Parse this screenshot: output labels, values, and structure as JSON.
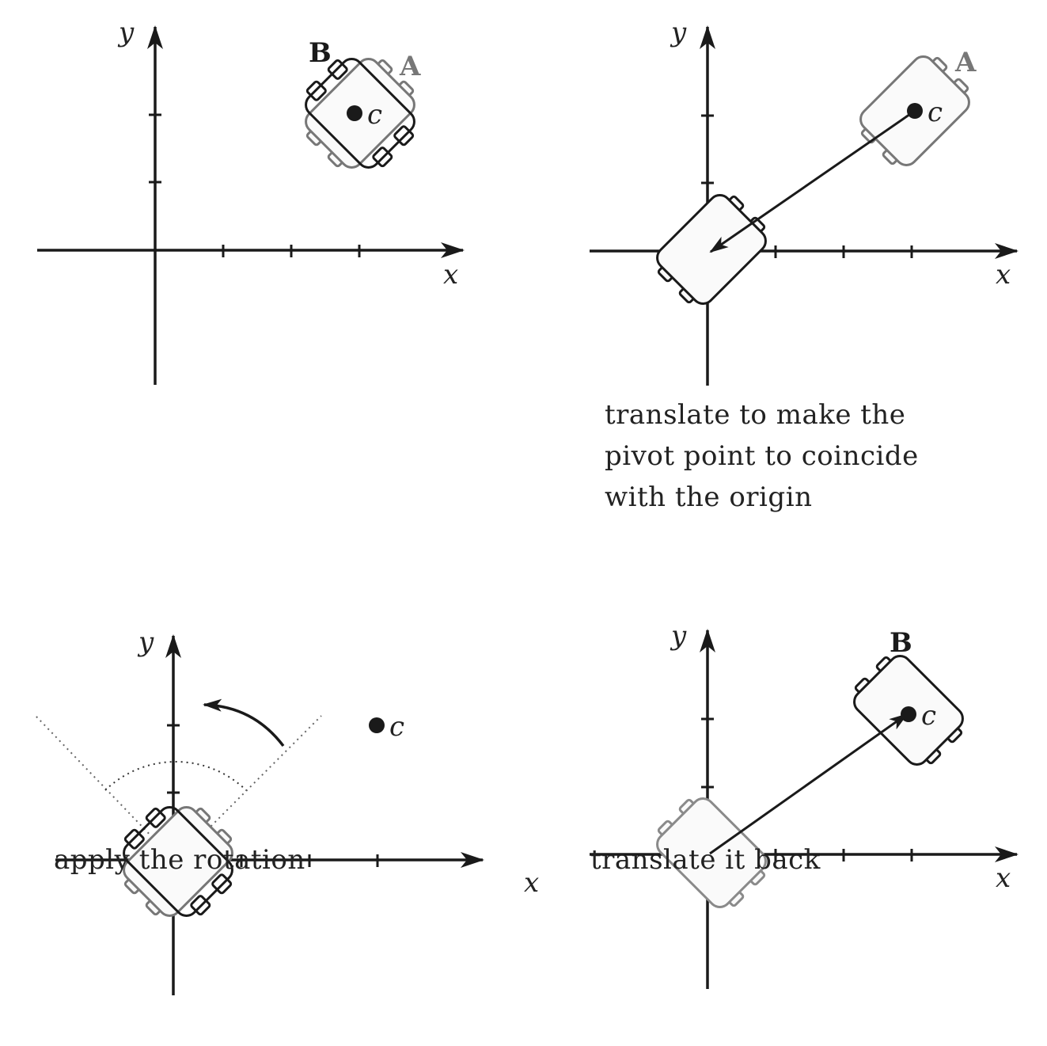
{
  "colors": {
    "ink": "#1a1a1a",
    "object_a": "#777777",
    "object_b": "#1a1a1a",
    "fill": "#fafafa",
    "guide": "#666666"
  },
  "panels": [
    {
      "id": "original",
      "x_label": "x",
      "y_label": "y",
      "pivot_label": "c",
      "object_labels": [
        "B",
        "A"
      ],
      "caption": []
    },
    {
      "id": "translate-to-origin",
      "x_label": "x",
      "y_label": "y",
      "pivot_label": "c",
      "object_labels": [
        "A"
      ],
      "caption": [
        "translate to make the",
        "pivot point to coincide",
        "with the origin"
      ]
    },
    {
      "id": "rotate",
      "x_label": "x",
      "y_label": "y",
      "pivot_label": "c",
      "object_labels": [],
      "caption": [
        "apply the rotation"
      ]
    },
    {
      "id": "translate-back",
      "x_label": "x",
      "y_label": "y",
      "pivot_label": "c",
      "object_labels": [
        "B"
      ],
      "caption": [
        "translate it back"
      ]
    }
  ]
}
